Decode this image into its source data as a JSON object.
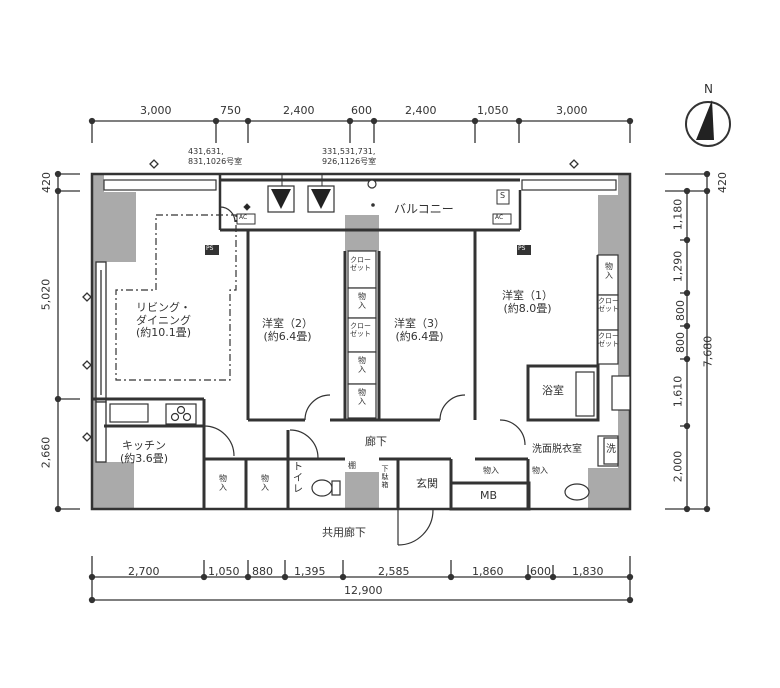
{
  "compass": {
    "label": "N"
  },
  "dimensions": {
    "top": [
      "3,000",
      "750",
      "2,400",
      "600",
      "2,400",
      "1,050",
      "3,000"
    ],
    "bottom": [
      "2,700",
      "1,050",
      "880",
      "1,395",
      "2,585",
      "1,860",
      "600",
      "1,830"
    ],
    "bottom_total": "12,900",
    "left": [
      "420",
      "5,020",
      "2,660"
    ],
    "right": [
      "420",
      "1,180",
      "1,290",
      "800",
      "800",
      "1,610",
      "2,000"
    ],
    "right_total": "7,680"
  },
  "notes": {
    "left_units": "431,631,\n831,1026号室",
    "right_units": "331,531,731,\n926,1126号室"
  },
  "rooms": {
    "balcony": "バルコニー",
    "living_dining_line1": "リビング・",
    "living_dining_line2": "ダイニング",
    "living_dining_size": "(約10.1畳)",
    "western2_name": "洋室（2）",
    "western2_size": "(約6.4畳)",
    "western3_name": "洋室（3）",
    "western3_size": "(約6.4畳)",
    "western1_name": "洋室（1）",
    "western1_size": "(約8.0畳)",
    "kitchen_name": "キッチン",
    "kitchen_size": "(約3.6畳)",
    "bath": "浴室",
    "washroom": "洗面脱衣室",
    "washer": "洗",
    "hallway": "廊下",
    "toilet": "トイレ",
    "entrance": "玄関",
    "meter_box": "MB",
    "common_corridor": "共用廊下",
    "storage": "物入",
    "closet_line1": "クロー",
    "closet_line2": "ゼット",
    "shoe_box": "下駄箱",
    "shelf": "棚",
    "ac": "AC",
    "pipe_space": "PS",
    "s_box": "S"
  }
}
